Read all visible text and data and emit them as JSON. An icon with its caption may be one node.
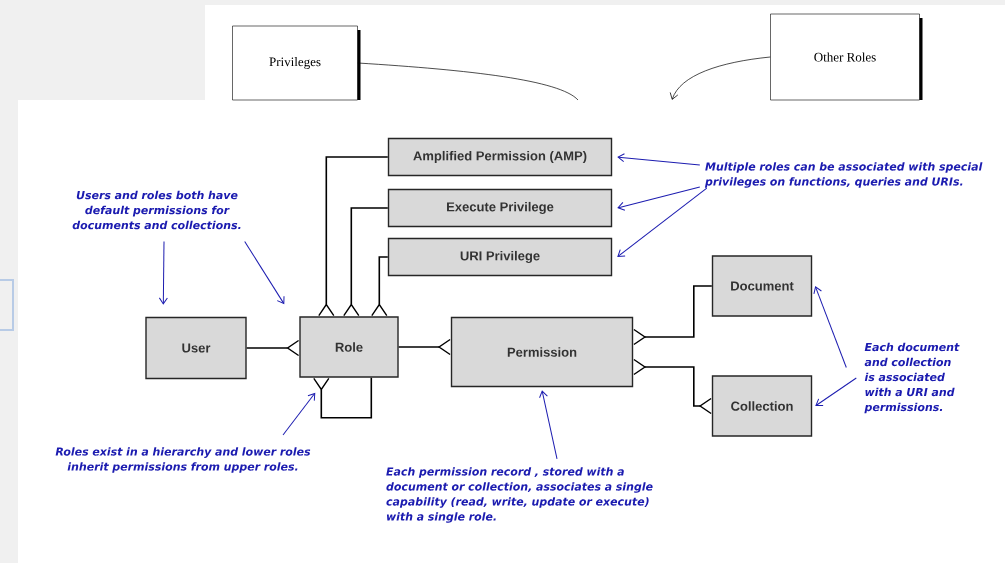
{
  "diagram": {
    "nodes": [
      {
        "text": [
          "Privileges"
        ]
      },
      {
        "text": [
          "Other Roles"
        ]
      },
      {
        "text": [
          "Amplified Permission (AMP)"
        ]
      },
      {
        "text": [
          "Execute Privilege"
        ]
      },
      {
        "text": [
          "URI Privilege"
        ]
      },
      {
        "text": [
          "User"
        ]
      },
      {
        "text": [
          "Role"
        ]
      },
      {
        "text": [
          "Permission"
        ]
      },
      {
        "text": [
          "Document"
        ]
      },
      {
        "text": [
          "Collection"
        ]
      },
      {
        "text": [
          "Users and roles both have default permissions for documents and collections."
        ]
      },
      {
        "text": [
          "Multiple roles can be associated with special privileges on functions, queries and URIs."
        ]
      },
      {
        "text": [
          "Roles exist in a hierarchy and lower roles inherit permissions from upper roles."
        ]
      },
      {
        "text": [
          "Each permission record , stored with a document or collection, associates a single capability (read, write, update or execute) with a single role."
        ]
      },
      {
        "text": [
          "Each document and collection is associated with a URI and permissions."
        ]
      }
    ],
    "edges": [
      {
        "from": 0,
        "to": null,
        "arrow": "none"
      },
      {
        "from": 1,
        "to": null,
        "arrow": "to"
      },
      {
        "from": 2,
        "to": 6,
        "arrow": "other"
      },
      {
        "from": 3,
        "to": 6,
        "arrow": "other"
      },
      {
        "from": 4,
        "to": 6,
        "arrow": "other"
      },
      {
        "from": 5,
        "to": 6,
        "arrow": "other"
      },
      {
        "from": 6,
        "to": 6,
        "arrow": "other"
      },
      {
        "from": 6,
        "to": 7,
        "arrow": "other"
      },
      {
        "from": 8,
        "to": 7,
        "arrow": "other"
      },
      {
        "from": 7,
        "to": 9,
        "arrow": "other"
      },
      {
        "from": 10,
        "to": 5,
        "arrow": "to",
        "color": "#1c1cb0"
      },
      {
        "from": 10,
        "to": 6,
        "arrow": "to",
        "color": "#1c1cb0"
      },
      {
        "from": 11,
        "to": 2,
        "arrow": "to",
        "color": "#1c1cb0"
      },
      {
        "from": 11,
        "to": 3,
        "arrow": "to",
        "color": "#1c1cb0"
      },
      {
        "from": 11,
        "to": 4,
        "arrow": "to",
        "color": "#1c1cb0"
      },
      {
        "from": 12,
        "to": 6,
        "arrow": "to",
        "color": "#1c1cb0"
      },
      {
        "from": 13,
        "to": 7,
        "arrow": "to",
        "color": "#1c1cb0"
      },
      {
        "from": 14,
        "to": 8,
        "arrow": "to",
        "color": "#1c1cb0"
      },
      {
        "from": 14,
        "to": 9,
        "arrow": "to",
        "color": "#1c1cb0"
      }
    ]
  }
}
